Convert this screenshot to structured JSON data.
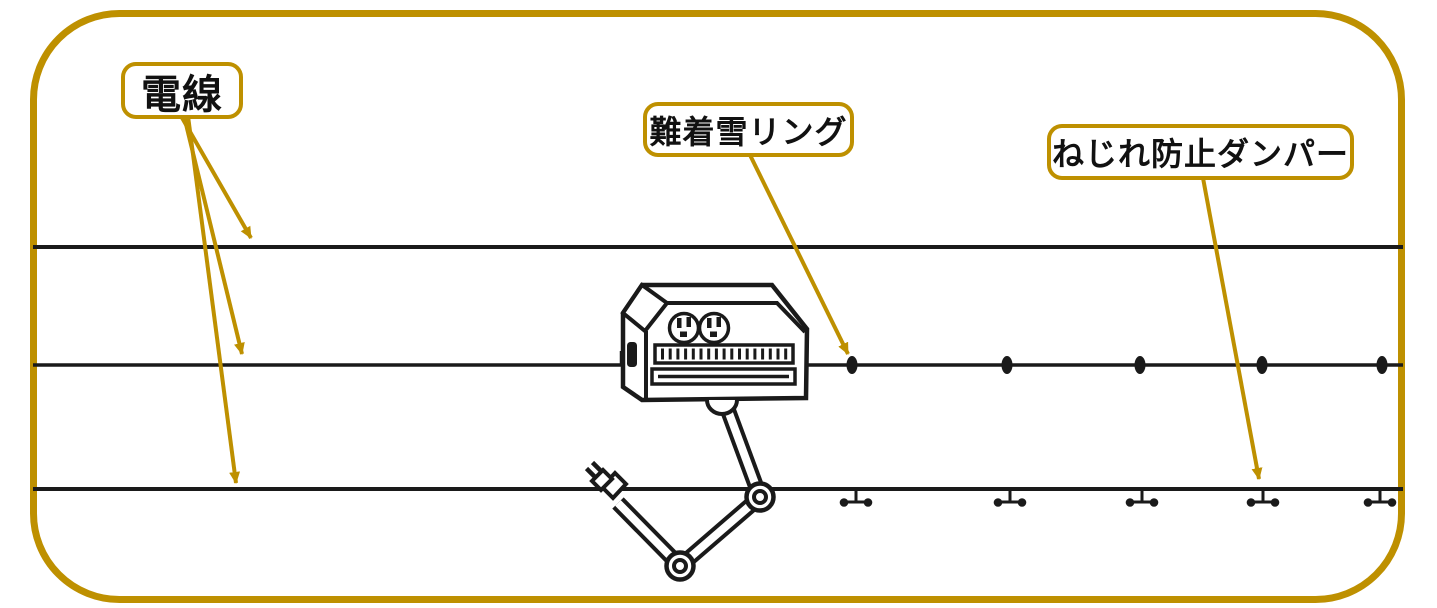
{
  "diagram": {
    "type": "power-line-snow-protection-diagram",
    "colors": {
      "accent_gold": "#BE9000",
      "line_black": "#1a1a1a",
      "background": "#ffffff"
    },
    "labels": {
      "wire": "電線",
      "snow_ring": "難着雪リング",
      "damper": "ねじれ防止ダンパー"
    },
    "wires": {
      "count": 3,
      "y_positions": [
        247,
        365,
        489
      ]
    },
    "snow_rings": {
      "count": 5,
      "wire": "middle",
      "x_positions": [
        852,
        1007,
        1140,
        1262,
        1382
      ]
    },
    "dampers": {
      "count": 5,
      "wire": "bottom",
      "x_positions": [
        856,
        1010,
        1142,
        1263,
        1380
      ]
    }
  }
}
